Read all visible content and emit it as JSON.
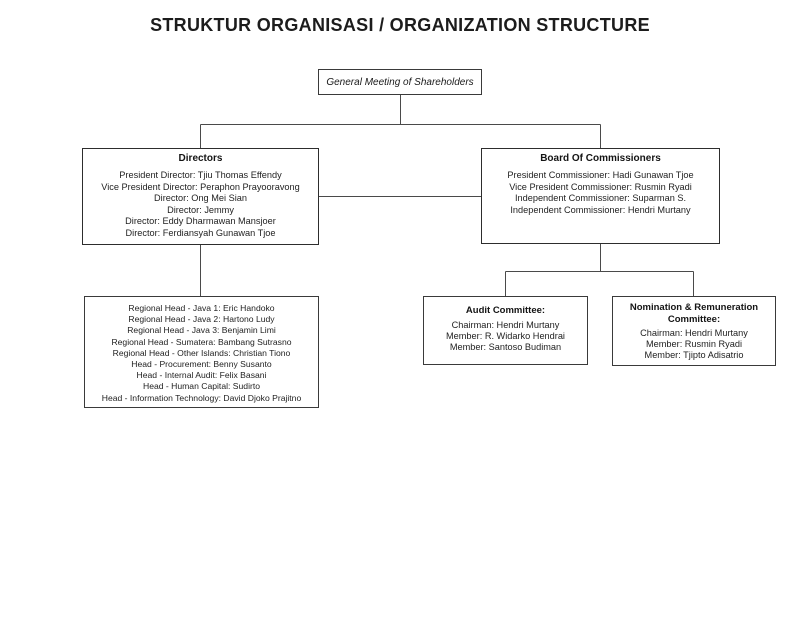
{
  "title": "STRUKTUR ORGANISASI / ORGANIZATION STRUCTURE",
  "shareholders": {
    "label": "General Meeting of Shareholders"
  },
  "directors": {
    "title": "Directors",
    "members": [
      "President Director: Tjiu Thomas Effendy",
      "Vice President Director: Peraphon Prayooravong",
      "Director: Ong Mei Sian",
      "Director: Jemmy",
      "Director: Eddy Dharmawan Mansjoer",
      "Director: Ferdiansyah Gunawan Tjoe"
    ]
  },
  "commissioners": {
    "title": "Board Of Commissioners",
    "members": [
      "President Commissioner: Hadi Gunawan Tjoe",
      "Vice President Commissioner: Rusmin Ryadi",
      "Independent Commissioner: Suparman S.",
      "Independent Commissioner: Hendri Murtany"
    ]
  },
  "operations": {
    "members": [
      "Regional Head - Java 1: Eric Handoko",
      "Regional Head - Java 2: Hartono Ludy",
      "Regional Head - Java 3: Benjamin Limi",
      "Regional Head - Sumatera: Bambang Sutrasno",
      "Regional Head - Other Islands: Christian Tiono",
      "Head - Procurement: Benny Susanto",
      "Head - Internal Audit: Felix Basani",
      "Head - Human Capital: Sudirto",
      "Head - Information Technology: David Djoko Prajitno"
    ]
  },
  "audit_committee": {
    "title": "Audit Committee:",
    "members": [
      "Chairman: Hendri Murtany",
      "Member: R. Widarko Hendrai",
      "Member: Santoso Budiman"
    ]
  },
  "nomination_committee": {
    "title": "Nomination & Remuneration Committee:",
    "members": [
      "Chairman: Hendri Murtany",
      "Member: Rusmin Ryadi",
      "Member: Tjipto Adisatrio"
    ]
  },
  "colors": {
    "text": "#1f1f1f",
    "box_border": "#3a3a3a",
    "connector_line": "#4a4a4a"
  }
}
